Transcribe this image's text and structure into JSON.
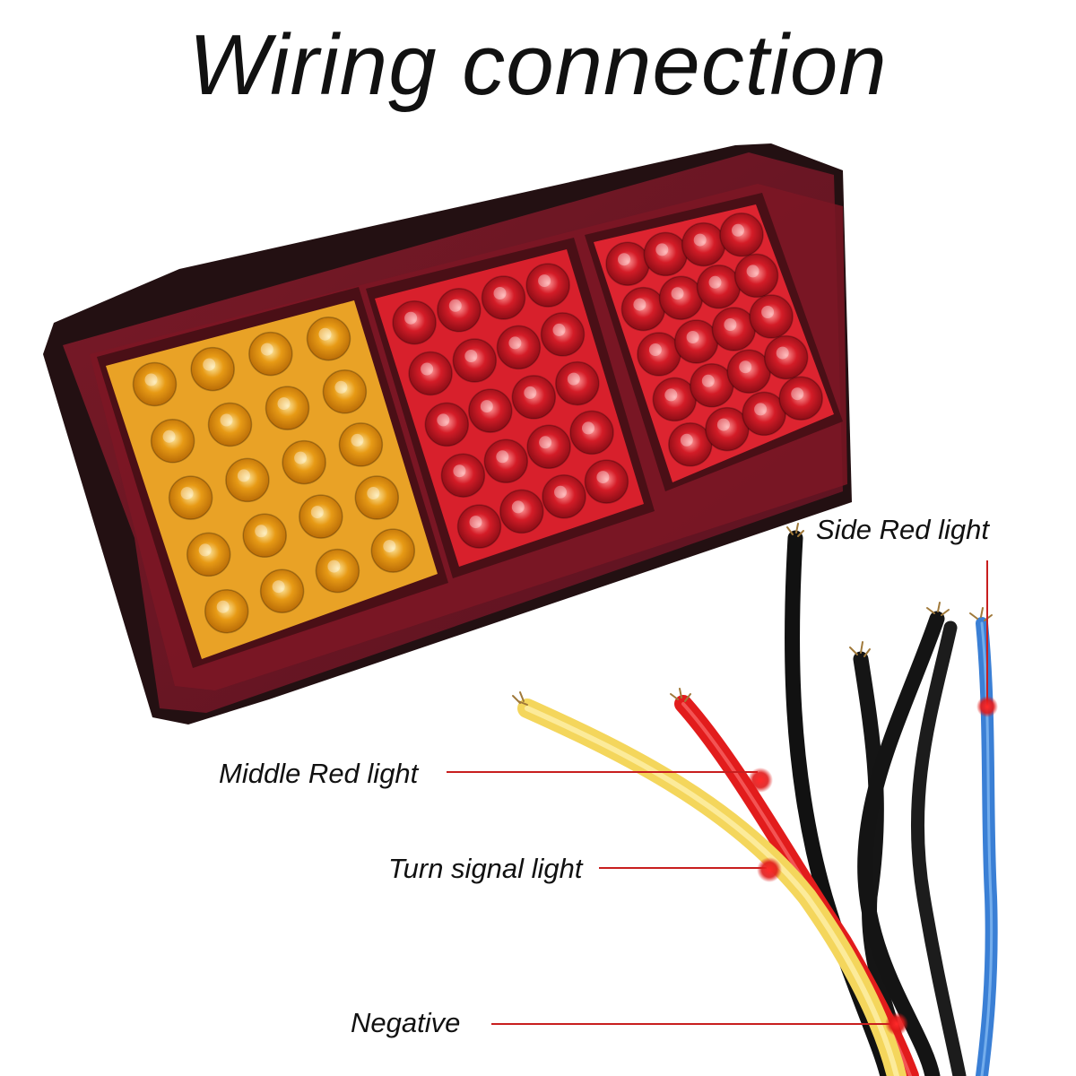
{
  "title": "Wiring connection",
  "labels": {
    "side_red": "Side Red light",
    "middle_red": "Middle Red light",
    "turn_signal": "Turn signal light",
    "negative": "Negative"
  },
  "colors": {
    "housing": "#2a1214",
    "lens_outer": "#8e1c2a",
    "amber_led": "#f2a416",
    "red_led": "#e3232e",
    "wire_black": "#1a1a1a",
    "wire_red": "#e62020",
    "wire_yellow": "#f5dc6a",
    "wire_blue": "#3a7fd5",
    "leader_line": "#c81e1e"
  },
  "lamp": {
    "sections": [
      {
        "name": "turn",
        "color": "amber",
        "columns": 4,
        "rows": 5
      },
      {
        "name": "middle",
        "color": "red",
        "columns": 4,
        "rows": 5
      },
      {
        "name": "side",
        "color": "red",
        "columns": 4,
        "rows": 5
      }
    ]
  }
}
